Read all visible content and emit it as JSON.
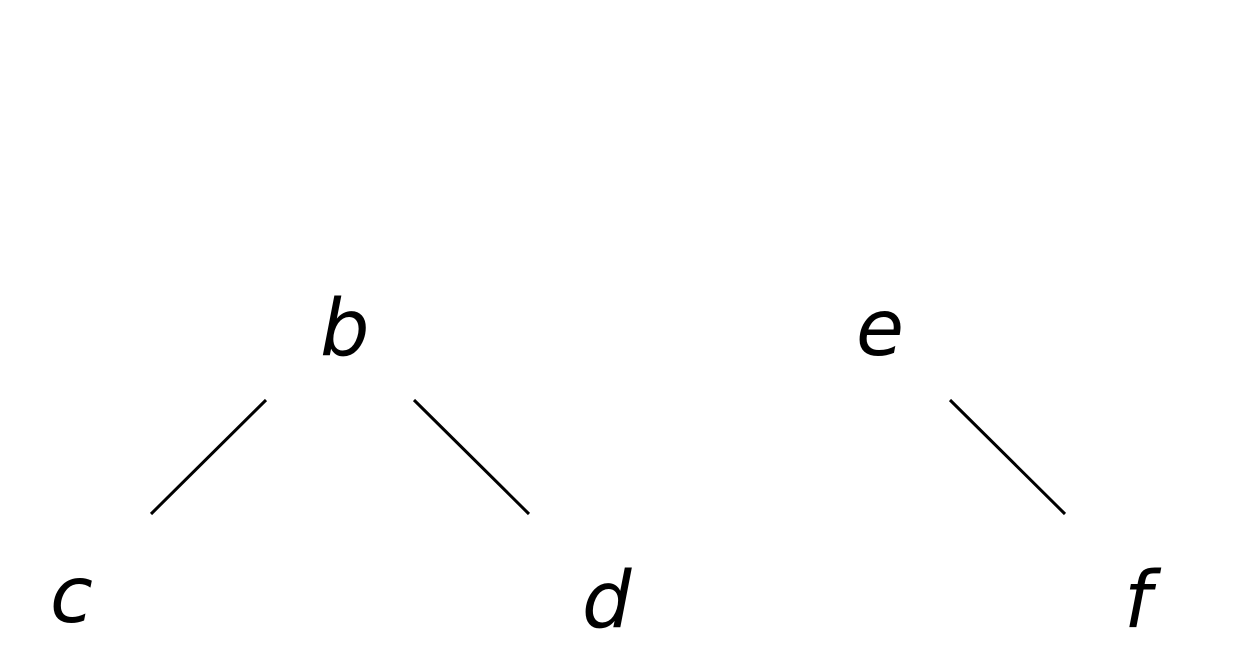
{
  "nodes": {
    "b": "b",
    "c": "c",
    "d": "d",
    "e": "e",
    "f": "f"
  },
  "edges": [
    {
      "from": "b",
      "to": "c"
    },
    {
      "from": "b",
      "to": "d"
    },
    {
      "from": "e",
      "to": "f"
    }
  ],
  "colors": {
    "line": "#000000",
    "text": "#000000",
    "background": "#ffffff"
  }
}
